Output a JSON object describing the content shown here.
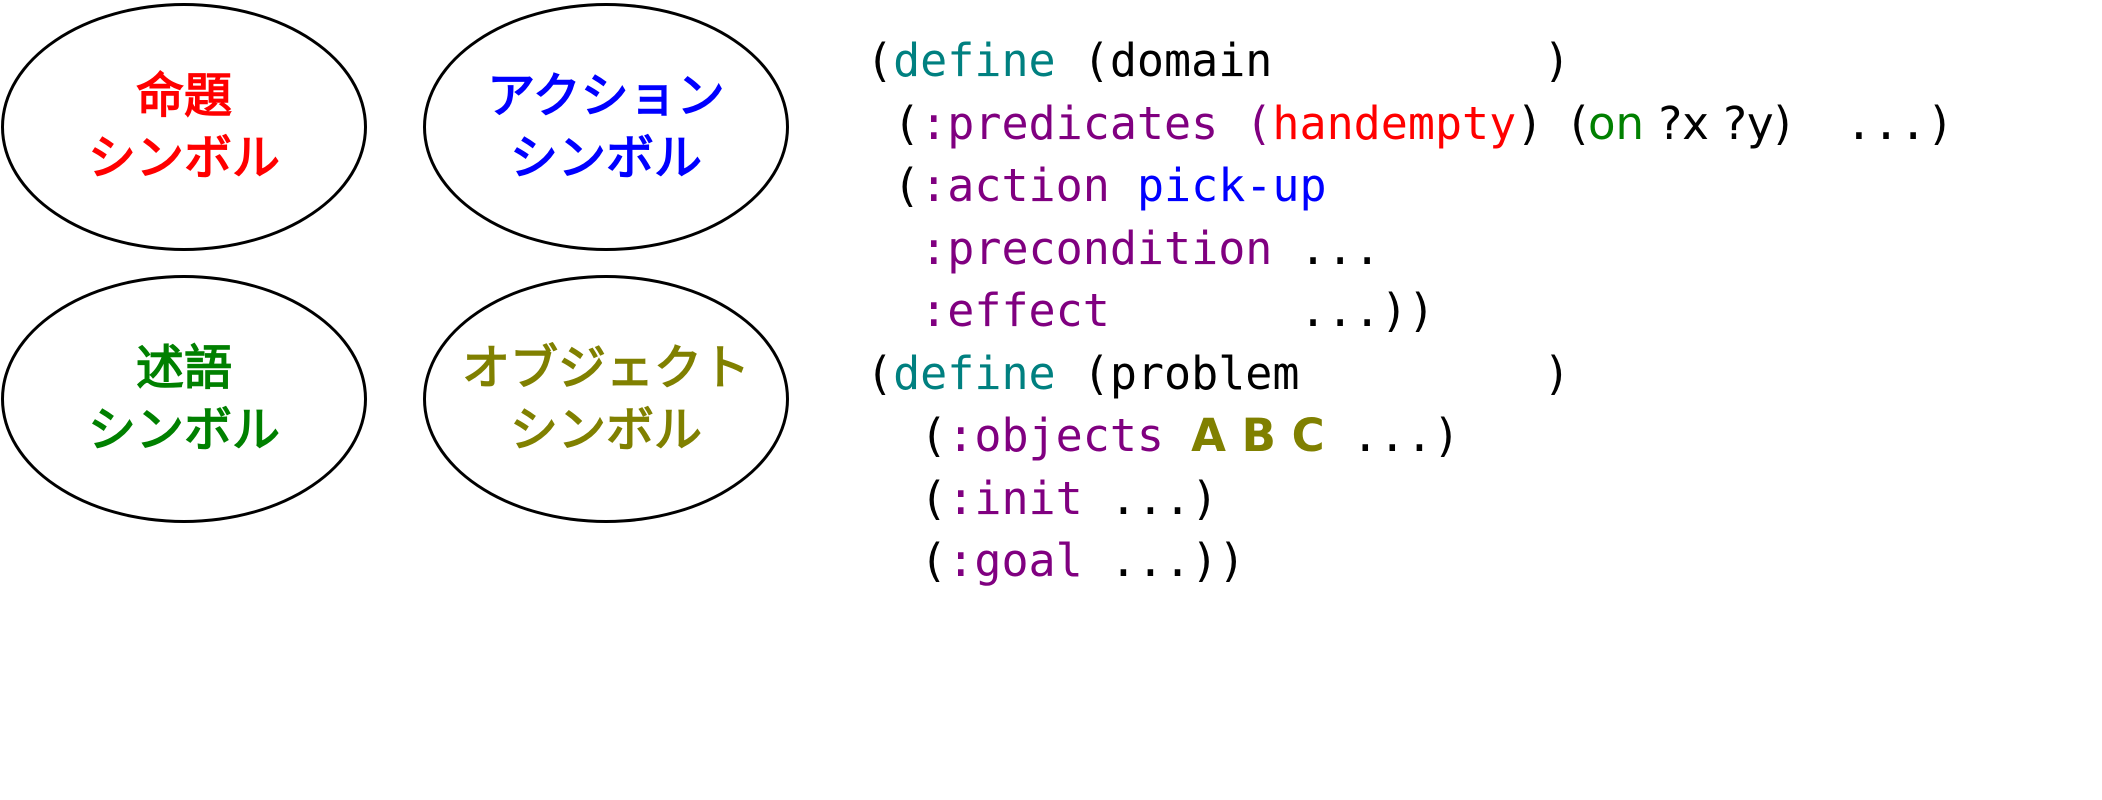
{
  "colors": {
    "red": "#ff0000",
    "blue": "#0000ff",
    "green": "#008000",
    "olive": "#808000",
    "teal": "#008080",
    "purple": "#800080",
    "black": "#000000"
  },
  "ellipses": [
    {
      "line1": "命題",
      "line2": "シンボル",
      "color": "#ff0000"
    },
    {
      "line1": "アクション",
      "line2": "シンボル",
      "color": "#0000ff"
    },
    {
      "line1": "述語",
      "line2": "シンボル",
      "color": "#008000"
    },
    {
      "line1": "オブジェクト",
      "line2": "シンボル",
      "color": "#808000"
    }
  ],
  "code": {
    "l1": {
      "open": "(",
      "kw": "define",
      "rest": " (domain",
      "close": "          )"
    },
    "l2": {
      "indent": " (",
      "kw": ":predicates",
      "sp": " ",
      "p_open": "(",
      "prop": "handempty",
      "p_close": ")",
      "sp2": " ",
      "o_open": "(",
      "pred": "on",
      "args": " ?x ?y",
      "o_close": ")",
      "tail": "  ...)"
    },
    "l3": {
      "indent": " (",
      "kw": ":action",
      "sp": " ",
      "action": "pick-up"
    },
    "l4": {
      "indent": "  ",
      "kw": ":precondition",
      "tail": " ..."
    },
    "l5": {
      "indent": "  ",
      "kw": ":effect",
      "tail": "       ...))"
    },
    "l6": {
      "open": "(",
      "kw": "define",
      "rest": " (problem",
      "close": "         )"
    },
    "l7": {
      "indent": "  (",
      "kw": ":objects",
      "sp": " ",
      "objs": "A B C",
      "tail": " ...)"
    },
    "l8": {
      "indent": "  (",
      "kw": ":init",
      "tail": " ...)"
    },
    "l9": {
      "indent": "  (",
      "kw": ":goal",
      "tail": " ...))"
    }
  }
}
